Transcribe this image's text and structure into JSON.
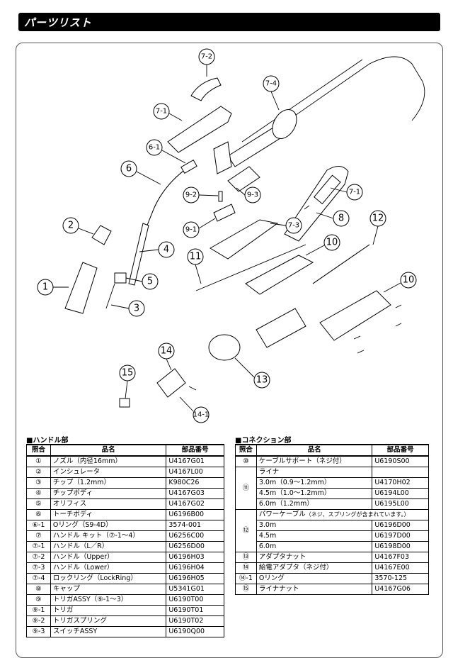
{
  "header": {
    "title": "パーツリスト"
  },
  "diagram": {
    "callouts": [
      "1",
      "2",
      "3",
      "4",
      "5",
      "6",
      "6-1",
      "7-1",
      "7-2",
      "7-3",
      "7-4",
      "7-1",
      "8",
      "9-1",
      "9-2",
      "9-3",
      "10",
      "10",
      "11",
      "12",
      "13",
      "14",
      "14-1",
      "15"
    ]
  },
  "handle_table": {
    "title": "■ハンドル部",
    "headers": [
      "照合",
      "品名",
      "部品番号"
    ],
    "rows": [
      {
        "ref": "①",
        "name": "ノズル（内径16mm）",
        "code": "U4167G01"
      },
      {
        "ref": "②",
        "name": "インシュレータ",
        "code": "U4167L00"
      },
      {
        "ref": "③",
        "name": "チップ（1.2mm）",
        "code": "K980C26"
      },
      {
        "ref": "④",
        "name": "チップボディ",
        "code": "U4167G03"
      },
      {
        "ref": "⑤",
        "name": "オリフィス",
        "code": "U4167G02"
      },
      {
        "ref": "⑥",
        "name": "トーチボディ",
        "code": "U6196B00"
      },
      {
        "ref": "⑥-1",
        "name": "Oリング（S9-4D）",
        "code": "3574-001"
      },
      {
        "ref": "⑦",
        "name": "ハンドル キット（⑦-1～4）",
        "code": "U6256C00"
      },
      {
        "ref": "⑦-1",
        "name": "ハンドル（L／R）",
        "code": "U6256D00"
      },
      {
        "ref": "⑦-2",
        "name": "ハンドル（Upper）",
        "code": "U6196H03"
      },
      {
        "ref": "⑦-3",
        "name": "ハンドル（Lower）",
        "code": "U6196H04"
      },
      {
        "ref": "⑦-4",
        "name": "ロックリング（LockRing）",
        "code": "U6196H05"
      },
      {
        "ref": "⑧",
        "name": "キャップ",
        "code": "U5341G01"
      },
      {
        "ref": "⑨",
        "name": "トリガASSY（⑨-1～3）",
        "code": "U6190T00"
      },
      {
        "ref": "⑨-1",
        "name": "トリガ",
        "code": "U6190T01"
      },
      {
        "ref": "⑨-2",
        "name": "トリガスプリング",
        "code": "U6190T02"
      },
      {
        "ref": "⑨-3",
        "name": "スイッチASSY",
        "code": "U6190Q00"
      }
    ]
  },
  "connection_table": {
    "title": "■コネクション部",
    "headers": [
      "照合",
      "品名",
      "部品番号"
    ],
    "r10": {
      "ref": "⑩",
      "name": "ケーブルサポート（ネジ付）",
      "code": "U6190S00"
    },
    "r11": {
      "ref": "⑪",
      "name": "ライナ",
      "subs": [
        {
          "name": "3.0m（0.9～1.2mm）",
          "code": "U4170H02"
        },
        {
          "name": "4.5m（1.0～1.2mm）",
          "code": "U6194L00"
        },
        {
          "name": "6.0m（1.2mm）",
          "code": "U6195L00"
        }
      ]
    },
    "r12": {
      "ref": "⑫",
      "name": "パワーケーブル",
      "note": "（ネジ、スプリングが含まれています。）",
      "subs": [
        {
          "name": "3.0m",
          "code": "U6196D00"
        },
        {
          "name": "4.5m",
          "code": "U6197D00"
        },
        {
          "name": "6.0m",
          "code": "U6198D00"
        }
      ]
    },
    "r13": {
      "ref": "⑬",
      "name": "アダプタナット",
      "code": "U4167F03"
    },
    "r14": {
      "ref": "⑭",
      "name": "給電アダプタ（ネジ付）",
      "code": "U4167E00"
    },
    "r14_1": {
      "ref": "⑭-1",
      "name": "Oリング",
      "code": "3570-125"
    },
    "r15": {
      "ref": "⑮",
      "name": "ライナナット",
      "code": "U4167G06"
    }
  }
}
